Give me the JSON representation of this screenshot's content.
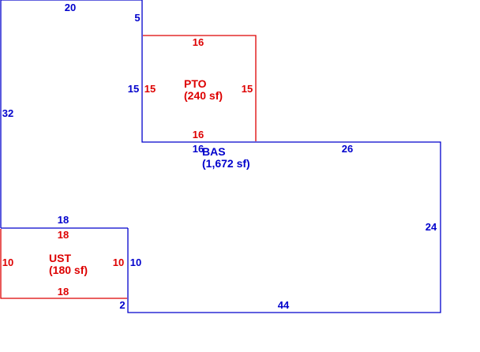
{
  "colors": {
    "blue": "#0000cc",
    "red": "#dd0000",
    "background": "#ffffff"
  },
  "areas": {
    "bas": {
      "code": "BAS",
      "area": "(1,672 sf)",
      "color": "#0000cc"
    },
    "pto": {
      "code": "PTO",
      "area": "(240 sf)",
      "color": "#dd0000"
    },
    "ust": {
      "code": "UST",
      "area": "(180 sf)",
      "color": "#dd0000"
    }
  },
  "dimensions": {
    "bas": {
      "top": "20",
      "step_down": "5",
      "left": "32",
      "inner_left": "15",
      "inner_bottom": "16",
      "right_top": "26",
      "right": "24",
      "bottom": "44",
      "bottom_step": "2",
      "ust_right": "10",
      "ust_top": "18"
    },
    "pto": {
      "top": "16",
      "left": "15",
      "right": "15",
      "bottom": "16"
    },
    "ust": {
      "top": "18",
      "left": "10",
      "right": "10",
      "bottom": "18"
    }
  }
}
